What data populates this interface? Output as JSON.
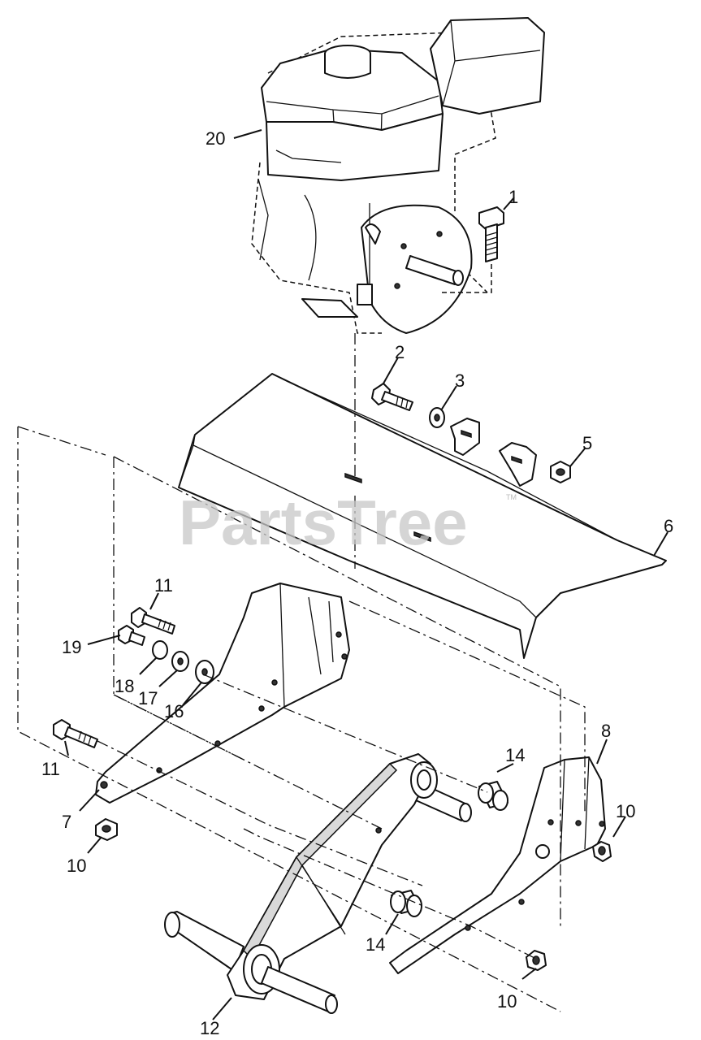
{
  "watermark": {
    "text": "PartsTree",
    "trademark": "TM"
  },
  "callouts": [
    {
      "id": "20",
      "label": "20"
    },
    {
      "id": "1",
      "label": "1"
    },
    {
      "id": "2",
      "label": "2"
    },
    {
      "id": "3",
      "label": "3"
    },
    {
      "id": "5",
      "label": "5"
    },
    {
      "id": "6",
      "label": "6"
    },
    {
      "id": "11a",
      "label": "11"
    },
    {
      "id": "19",
      "label": "19"
    },
    {
      "id": "18",
      "label": "18"
    },
    {
      "id": "17",
      "label": "17"
    },
    {
      "id": "16",
      "label": "16"
    },
    {
      "id": "11b",
      "label": "11"
    },
    {
      "id": "7",
      "label": "7"
    },
    {
      "id": "10a",
      "label": "10"
    },
    {
      "id": "14a",
      "label": "14"
    },
    {
      "id": "8",
      "label": "8"
    },
    {
      "id": "10b",
      "label": "10"
    },
    {
      "id": "14b",
      "label": "14"
    },
    {
      "id": "10c",
      "label": "10"
    },
    {
      "id": "12",
      "label": "12"
    }
  ]
}
